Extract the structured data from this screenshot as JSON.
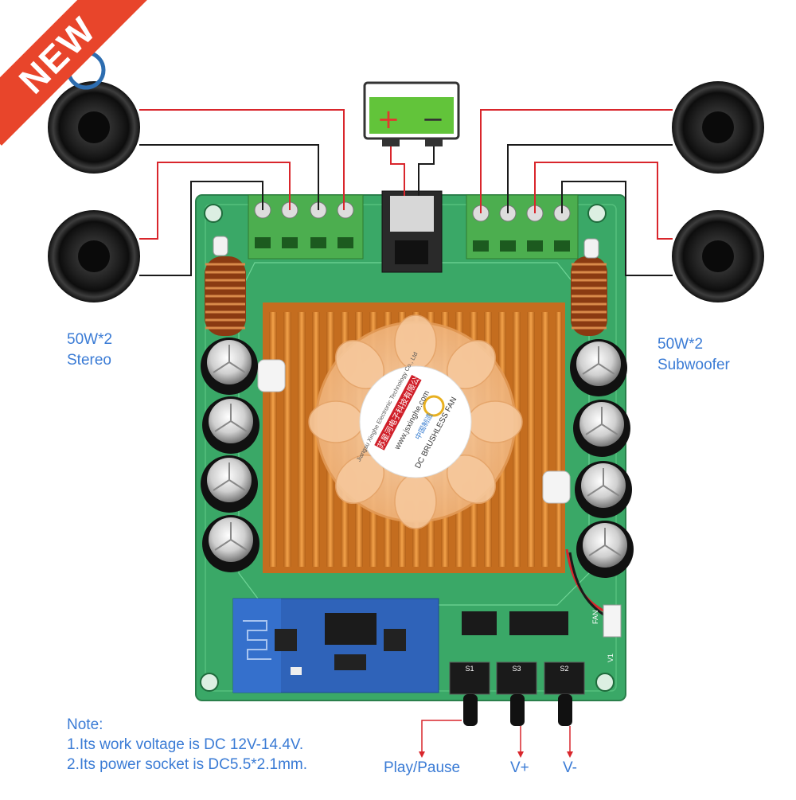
{
  "badge": {
    "text": "NEW"
  },
  "left_label": {
    "line1": "50W*2",
    "line2": "Stereo"
  },
  "right_label": {
    "line1": "50W*2",
    "line2": "Subwoofer"
  },
  "battery": {
    "plus": "+",
    "minus": "−"
  },
  "fan_label": {
    "line1": "Jiangsu Xinghe Electronic Technology Co., Ltd",
    "line2": "江苏星河电子科技有限公司",
    "line3": "www.jsxinghe.com",
    "line4": "中国制造",
    "line5": "DC BRUSHLESS FAN"
  },
  "note": {
    "title": "Note:",
    "line1": "1.Its work voltage is DC 12V-14.4V.",
    "line2": "2.Its power socket is DC5.5*2.1mm."
  },
  "buttons": {
    "play_pause": "Play/Pause",
    "vol_up": "V+",
    "vol_down": "V-",
    "s1": "S1",
    "s2": "S3",
    "s3": "S2"
  },
  "board_marks": {
    "fan": "FAN",
    "v1": "V1"
  },
  "colors": {
    "wire_red": "#d9262c",
    "wire_black": "#1a1a1a",
    "pcb": "#3aa867",
    "heatsink": "#e08a2e",
    "label_blue": "#3a7bd5",
    "ribbon": "#e8452b"
  }
}
